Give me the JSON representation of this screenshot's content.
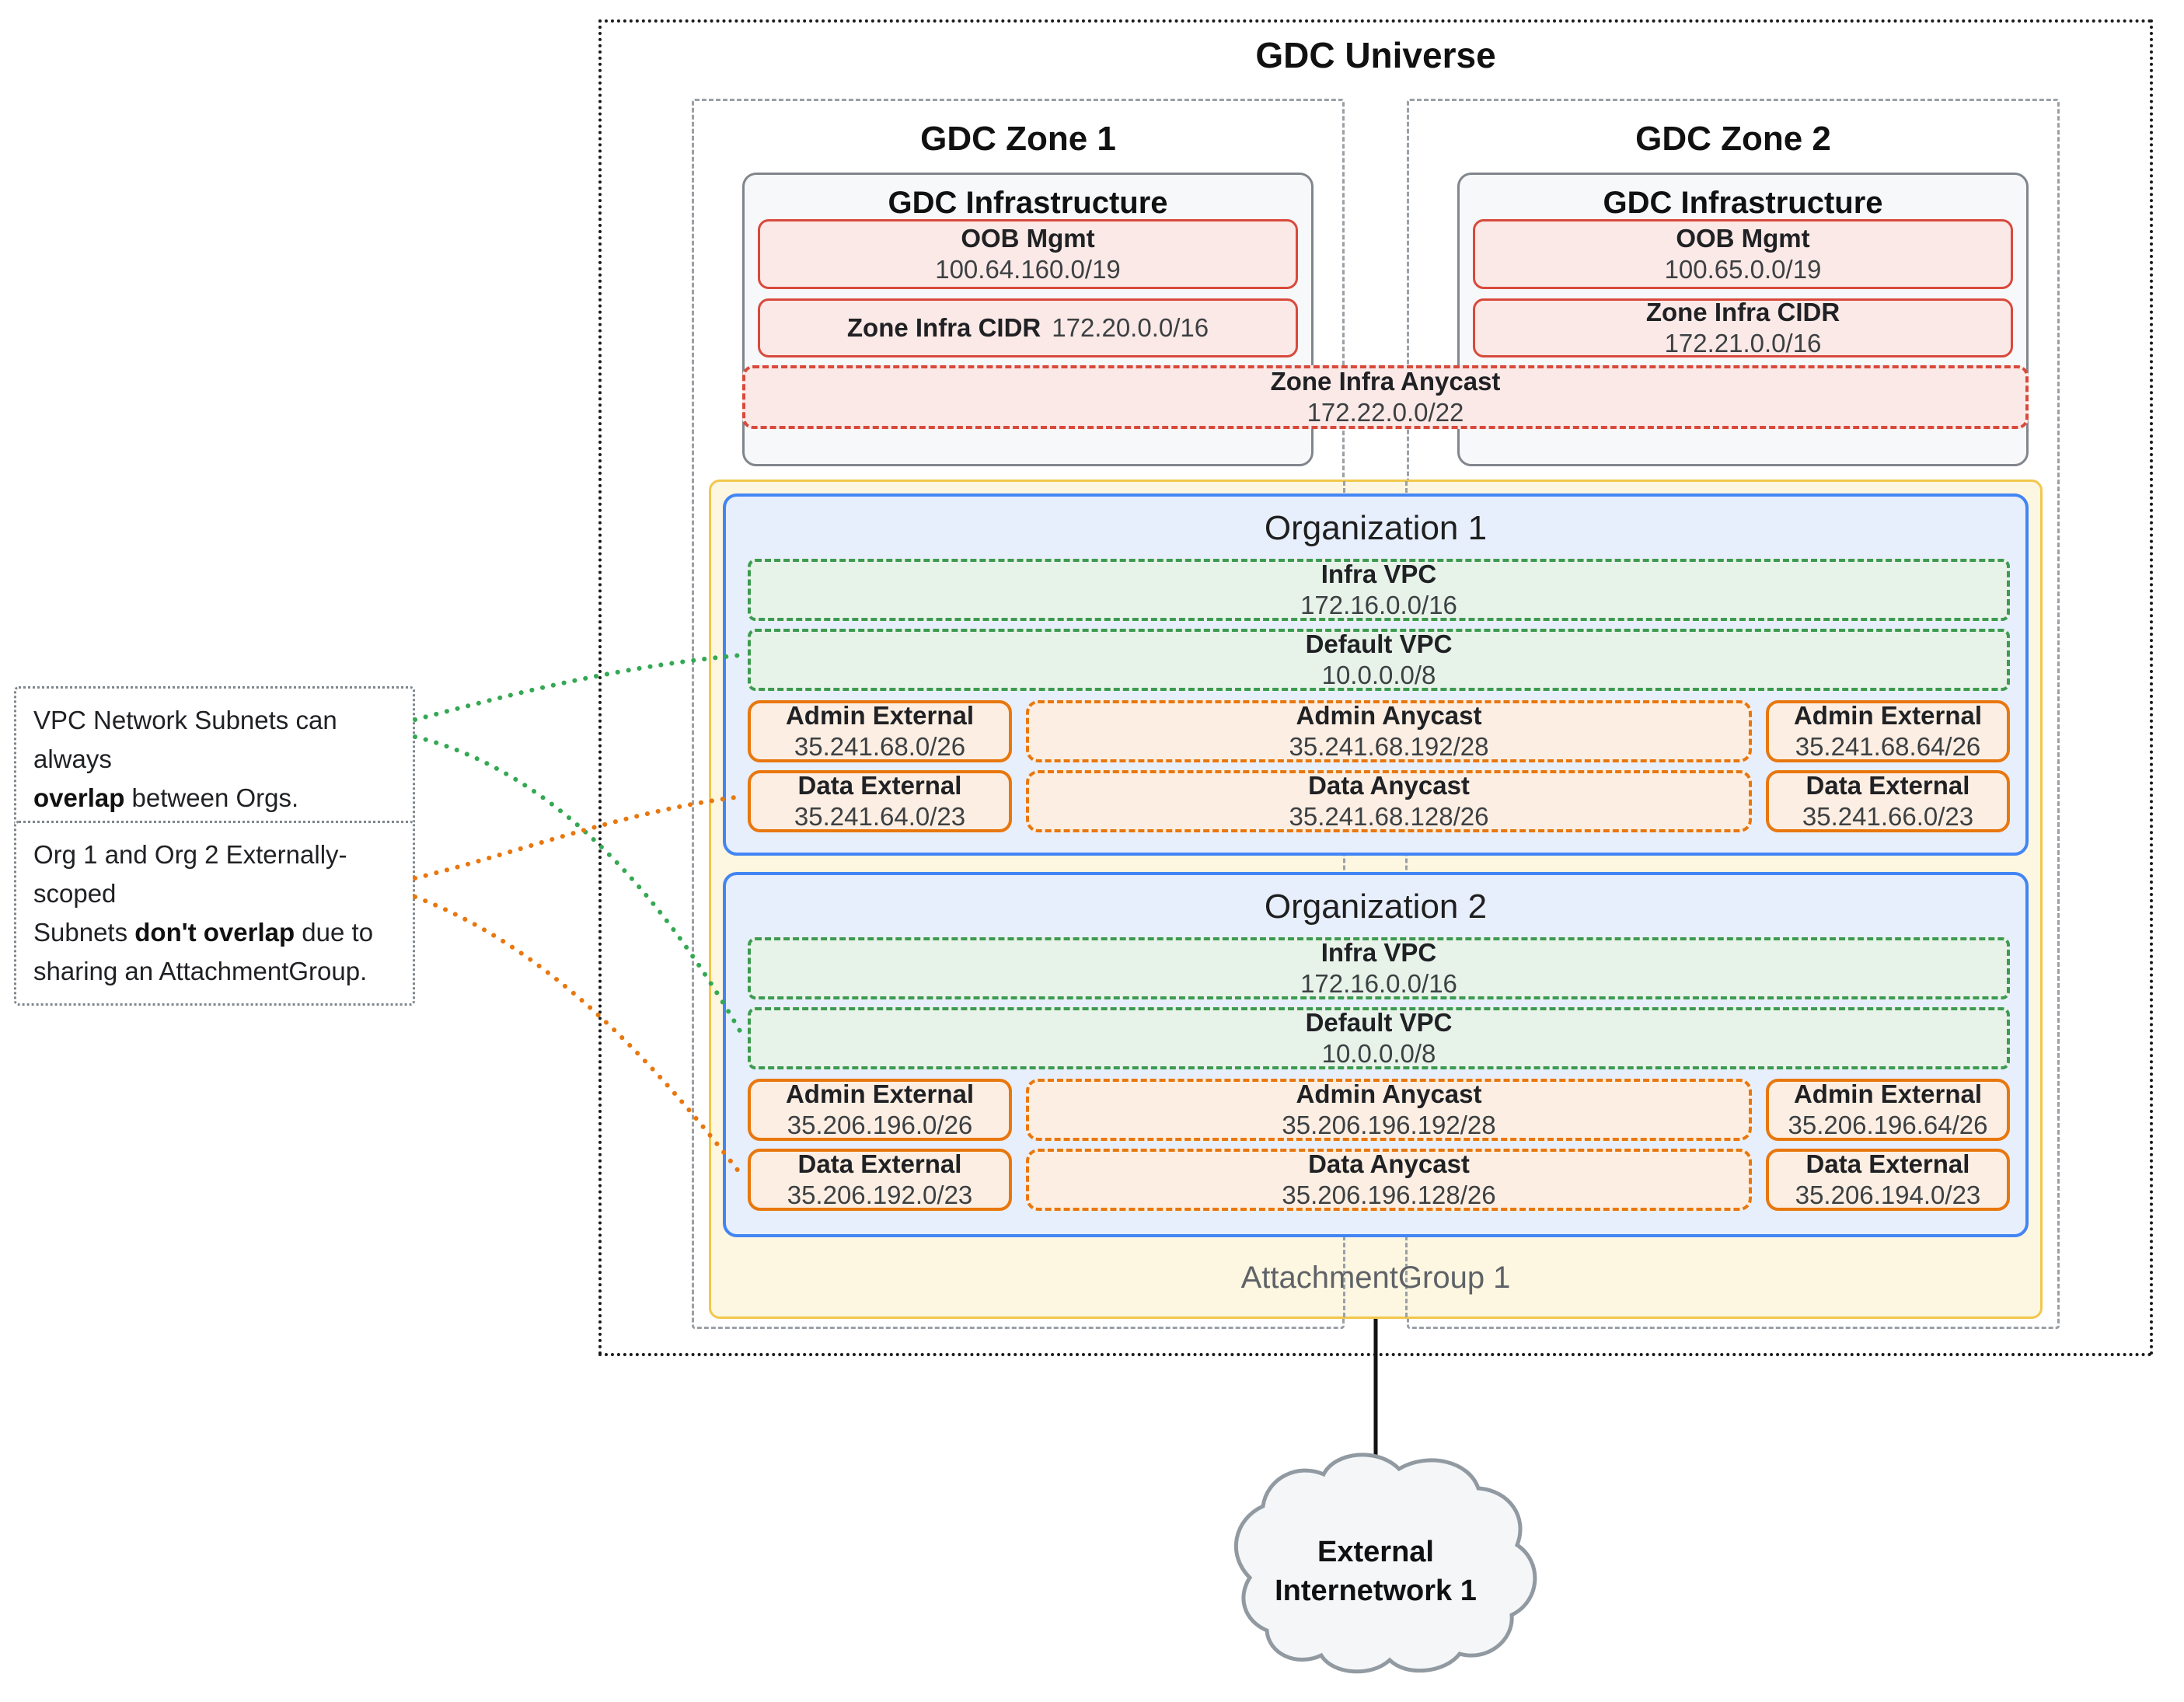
{
  "universe": {
    "title": "GDC Universe"
  },
  "zones": [
    {
      "title": "GDC Zone 1",
      "infra_title": "GDC Infrastructure",
      "oob_label": "OOB Mgmt",
      "oob_cidr": "100.64.160.0/19",
      "infra_cidr_label": "Zone Infra CIDR",
      "infra_cidr": "172.20.0.0/16"
    },
    {
      "title": "GDC Zone 2",
      "infra_title": "GDC Infrastructure",
      "oob_label": "OOB Mgmt",
      "oob_cidr": "100.65.0.0/19",
      "infra_cidr_label": "Zone Infra CIDR",
      "infra_cidr": "172.21.0.0/16"
    }
  ],
  "zone_anycast": {
    "label": "Zone Infra Anycast",
    "cidr": "172.22.0.0/22"
  },
  "attachment_group": {
    "label": "AttachmentGroup 1"
  },
  "organizations": [
    {
      "title": "Organization 1",
      "infra_vpc": {
        "label": "Infra VPC",
        "cidr": "172.16.0.0/16"
      },
      "default_vpc": {
        "label": "Default VPC",
        "cidr": "10.0.0.0/8"
      },
      "admin_external_left": {
        "label": "Admin External",
        "cidr": "35.241.68.0/26"
      },
      "admin_anycast": {
        "label": "Admin Anycast",
        "cidr": "35.241.68.192/28"
      },
      "admin_external_right": {
        "label": "Admin External",
        "cidr": "35.241.68.64/26"
      },
      "data_external_left": {
        "label": "Data External",
        "cidr": "35.241.64.0/23"
      },
      "data_anycast": {
        "label": "Data Anycast",
        "cidr": "35.241.68.128/26"
      },
      "data_external_right": {
        "label": "Data External",
        "cidr": "35.241.66.0/23"
      }
    },
    {
      "title": "Organization 2",
      "infra_vpc": {
        "label": "Infra VPC",
        "cidr": "172.16.0.0/16"
      },
      "default_vpc": {
        "label": "Default VPC",
        "cidr": "10.0.0.0/8"
      },
      "admin_external_left": {
        "label": "Admin External",
        "cidr": "35.206.196.0/26"
      },
      "admin_anycast": {
        "label": "Admin Anycast",
        "cidr": "35.206.196.192/28"
      },
      "admin_external_right": {
        "label": "Admin External",
        "cidr": "35.206.196.64/26"
      },
      "data_external_left": {
        "label": "Data External",
        "cidr": "35.206.192.0/23"
      },
      "data_anycast": {
        "label": "Data Anycast",
        "cidr": "35.206.196.128/26"
      },
      "data_external_right": {
        "label": "Data External",
        "cidr": "35.206.194.0/23"
      }
    }
  ],
  "annotations": [
    {
      "lines": [
        {
          "pre": "VPC Network Subnets can always",
          "bold": "",
          "post": ""
        },
        {
          "pre": "",
          "bold": "overlap",
          "post": " between Orgs."
        }
      ]
    },
    {
      "lines": [
        {
          "pre": "Org 1 and Org 2 Externally-scoped",
          "bold": "",
          "post": ""
        },
        {
          "pre": "Subnets ",
          "bold": "don't overlap",
          "post": " due to"
        },
        {
          "pre": "",
          "bold": "",
          "post": "sharing an AttachmentGroup."
        }
      ]
    }
  ],
  "external_network": {
    "line1": "External",
    "line2": "Internetwork 1"
  },
  "colors": {
    "red_border": "#d9493c",
    "red_fill": "#fae9e6",
    "green_border": "#3d9a50",
    "green_fill": "#e7f2e9",
    "orange_border": "#e8770e",
    "orange_fill": "#fceee2",
    "blue_border": "#4285f4",
    "blue_fill": "#e7eefc",
    "yellow_border": "#f2c74b",
    "yellow_fill": "#fdf6e0",
    "zone_border": "#9aa0a6",
    "green_connector": "#34a853",
    "orange_connector": "#e8770e"
  }
}
